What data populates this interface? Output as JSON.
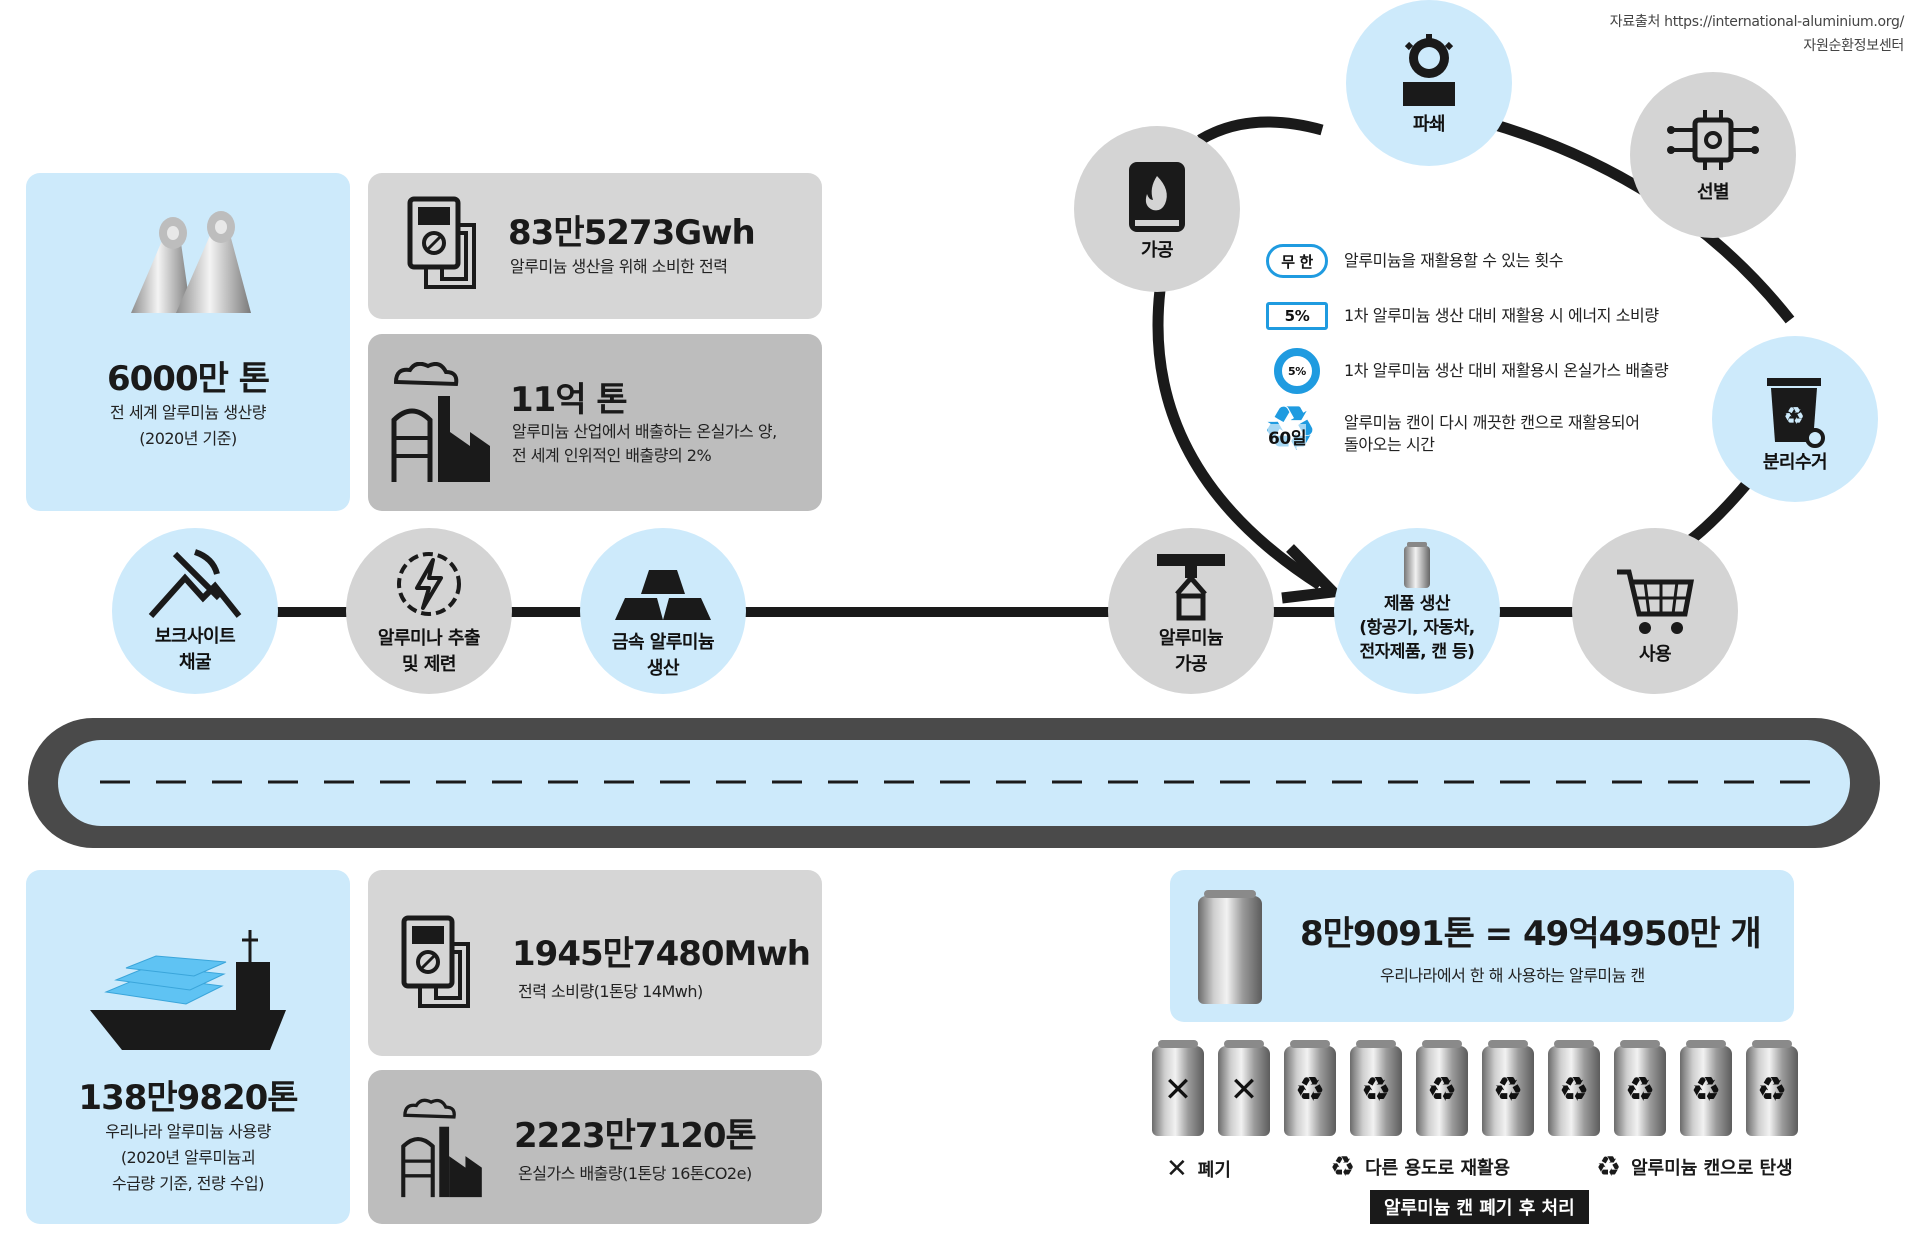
{
  "source": {
    "line1": "자료출처 https://international-aluminium.org/",
    "line2": "자원순환정보센터"
  },
  "world": {
    "production": {
      "value": "6000만 톤",
      "caption1": "전 세계 알루미늄 생산량",
      "caption2": "(2020년 기준)"
    },
    "power": {
      "value": "83만5273Gwh",
      "caption": "알루미늄 생산을 위해 소비한 전력"
    },
    "ghg": {
      "value": "11억 톤",
      "caption1": "알루미늄 산업에서 배출하는 온실가스 양,",
      "caption2": "전 세계 인위적인 배출량의 2%"
    }
  },
  "korea": {
    "usage": {
      "value": "138만9820톤",
      "caption1": "우리나라 알루미늄 사용량",
      "caption2": "(2020년 알루미늄괴",
      "caption3": "수급량 기준, 전량 수입)"
    },
    "power": {
      "value": "1945만7480Mwh",
      "caption": "전력 소비량(1톤당 14Mwh)"
    },
    "ghg": {
      "value": "2223만7120톤",
      "caption": "온실가스 배출량(1톤당 16톤CO2e)"
    }
  },
  "process": {
    "steps": [
      {
        "label": "보크사이트\n채굴",
        "icon": "mining-icon"
      },
      {
        "label": "알루미나 추출\n및 제련",
        "icon": "power-icon"
      },
      {
        "label": "금속 알루미늄\n생산",
        "icon": "ingot-icon"
      },
      {
        "label": "알루미늄\n가공",
        "icon": "crane-icon"
      },
      {
        "label": "제품 생산\n(항공기, 자동차,\n전자제품, 캔 등)",
        "icon": "can-icon"
      },
      {
        "label": "사용",
        "icon": "cart-icon"
      }
    ]
  },
  "cycle": {
    "nodes": [
      {
        "label": "파쇄",
        "icon": "shredder-icon"
      },
      {
        "label": "선별",
        "icon": "sorting-icon"
      },
      {
        "label": "분리수거",
        "icon": "recycle-bin-icon"
      },
      {
        "label": "가공",
        "icon": "furnace-icon"
      }
    ],
    "legend": [
      {
        "badge": "무 한",
        "text": "알루미늄을 재활용할 수 있는 횟수"
      },
      {
        "badge": "5%",
        "text": "1차 알루미늄 생산 대비 재활용 시 에너지 소비량"
      },
      {
        "badge": "5%",
        "text": "1차 알루미늄 생산 대비 재활용시 온실가스 배출량"
      },
      {
        "badge": "60일",
        "text": "알루미늄 캔이 다시 깨끗한 캔으로 재활용되어\n돌아오는 시간"
      }
    ]
  },
  "cans": {
    "stat": "8만9091톤 = 49억4950만 개",
    "caption": "우리나라에서 한 해 사용하는 알루미늄 캔",
    "row": [
      "x",
      "x",
      "r",
      "r",
      "r",
      "r",
      "r",
      "r",
      "r",
      "r"
    ],
    "legend": [
      {
        "mark": "✕",
        "text": "폐기"
      },
      {
        "mark": "♻",
        "text": "다른 용도로 재활용"
      },
      {
        "mark": "♻",
        "text": "알루미늄 캔으로 탄생"
      }
    ],
    "title": "알루미늄 캔 폐기 후 처리"
  },
  "colors": {
    "light_blue": "#cdeafb",
    "gray": "#d4d4d4",
    "accent_blue": "#1f9be0",
    "dark": "#222222"
  }
}
